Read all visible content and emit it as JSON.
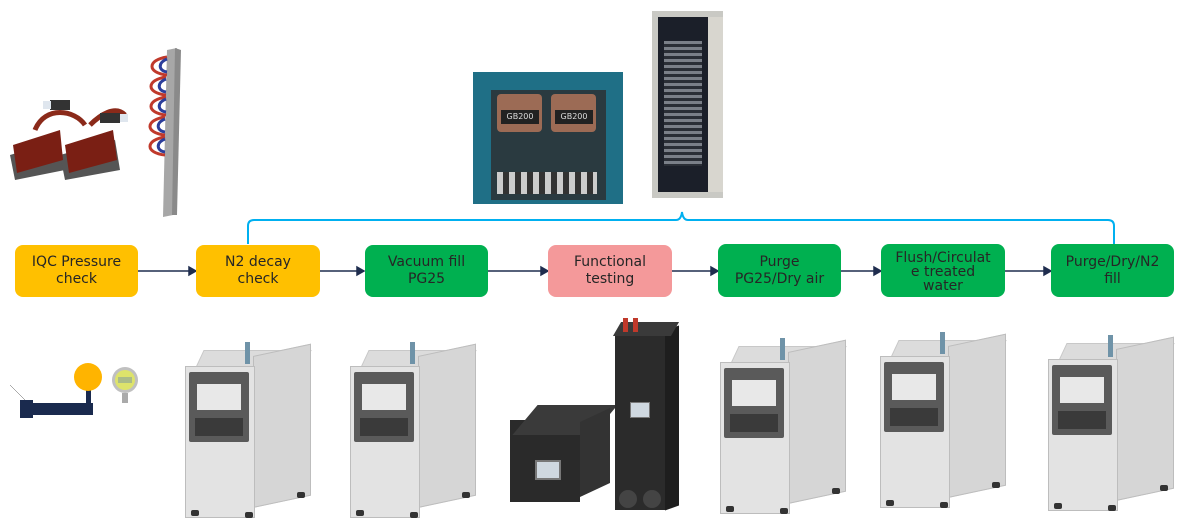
{
  "diagram": {
    "title": "",
    "colors": {
      "yellow": "#FFC000",
      "green": "#00B050",
      "pink": "#F4999A",
      "arrow": "#1F2D4E",
      "bracket": "#00B0F0"
    },
    "steps": [
      {
        "lines": [
          "IQC Pressure",
          "check"
        ],
        "color": "yellow"
      },
      {
        "lines": [
          "N2 decay",
          "check"
        ],
        "color": "yellow"
      },
      {
        "lines": [
          "Vacuum fill",
          "PG25"
        ],
        "color": "green"
      },
      {
        "lines": [
          "Functional",
          "testing"
        ],
        "color": "pink"
      },
      {
        "lines": [
          "Purge",
          "PG25/Dry air"
        ],
        "color": "green"
      },
      {
        "lines": [
          "Flush/Circulat",
          "e treated",
          "water"
        ],
        "color": "green"
      },
      {
        "lines": [
          "Purge/Dry/N2",
          "fill"
        ],
        "color": "green"
      }
    ],
    "images_top": [
      {
        "name": "cold-plate-assembly",
        "label": ""
      },
      {
        "name": "manifold-with-hoses",
        "label": ""
      },
      {
        "name": "gb200-compute-tray",
        "labels": [
          "GB200",
          "GB200"
        ]
      },
      {
        "name": "server-rack-photo",
        "label": ""
      }
    ],
    "images_bottom": [
      {
        "name": "pressure-gauge-setup",
        "label": ""
      },
      {
        "name": "test-cabinet",
        "label": ""
      },
      {
        "name": "test-cabinet",
        "label": ""
      },
      {
        "name": "cdu-units",
        "label": ""
      },
      {
        "name": "test-cabinet",
        "label": ""
      },
      {
        "name": "test-cabinet",
        "label": ""
      },
      {
        "name": "test-cabinet",
        "label": ""
      }
    ],
    "bracket_span": {
      "from_step": 2,
      "to_step": 7
    }
  }
}
